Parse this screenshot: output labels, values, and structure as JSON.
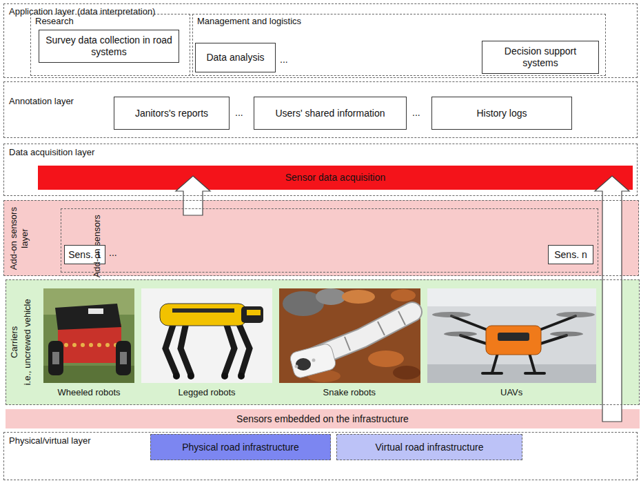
{
  "diagram": {
    "nodes": [
      {
        "text": [
          "Application layer (data interpretation)"
        ]
      },
      {
        "text": [
          "Research"
        ],
        "in": 0
      },
      {
        "text": [
          "Survey data collection in road systems"
        ],
        "in": 1
      },
      {
        "text": [
          "Management and logistics"
        ],
        "in": 0
      },
      {
        "text": [
          "Data analysis"
        ],
        "in": 3
      },
      {
        "text": [
          "Decision support systems"
        ],
        "in": 3
      },
      {
        "text": [
          "Annotation layer"
        ]
      },
      {
        "text": [
          "Janitors's reports"
        ],
        "in": 6
      },
      {
        "text": [
          "Users' shared information"
        ],
        "in": 6
      },
      {
        "text": [
          "History logs"
        ],
        "in": 6
      },
      {
        "text": [
          "Data acquisition layer"
        ]
      },
      {
        "text": [
          "Sensor data acquisition"
        ],
        "in": 10
      },
      {
        "text": [
          "Add-on sensors layer"
        ]
      },
      {
        "text": [
          "Add-on sensors"
        ],
        "in": 12
      },
      {
        "text": [
          "Sens. 1"
        ],
        "in": 13
      },
      {
        "text": [
          "Sens. n"
        ],
        "in": 13
      },
      {
        "text": [
          "Carriers",
          "i.e., uncrewed vehicle"
        ]
      },
      {
        "text": [
          "Sensors embedded on the infrastructure"
        ]
      },
      {
        "text": [
          "Physical/virtual layer"
        ]
      },
      {
        "text": [
          "Physical road infrastructure"
        ],
        "in": 18
      },
      {
        "text": [
          "Virtual road infrastructure"
        ],
        "in": 18
      }
    ],
    "edges": [
      {
        "from": 13,
        "to": 11,
        "arrow": "to"
      },
      {
        "from": 17,
        "to": 11,
        "arrow": "to"
      }
    ],
    "labels": [
      "...",
      "...",
      "...",
      "...",
      "Wheeled robots",
      "Legged robots",
      "Snake robots",
      "UAVs"
    ]
  }
}
